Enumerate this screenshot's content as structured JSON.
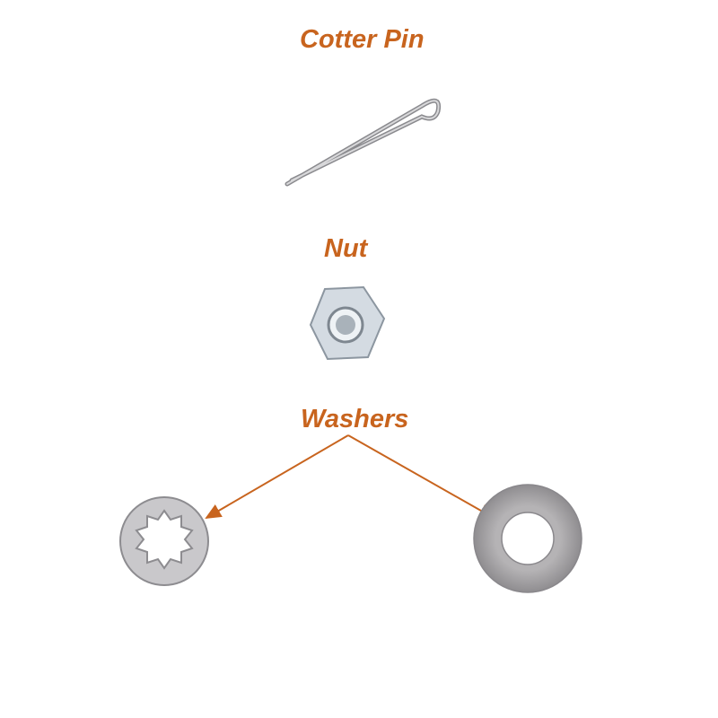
{
  "labels": {
    "cotter_pin": "Cotter Pin",
    "nut": "Nut",
    "washers": "Washers"
  },
  "colors": {
    "label": "#c8641e",
    "arrow": "#c8641e",
    "metal": "#b8b8bc"
  }
}
